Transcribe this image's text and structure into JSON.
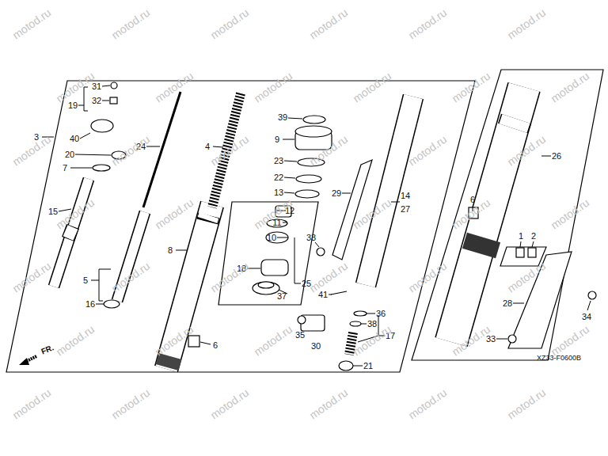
{
  "diagram": {
    "labels": [
      "31",
      "32",
      "19",
      "3",
      "40",
      "20",
      "7",
      "15",
      "24",
      "4",
      "39",
      "9",
      "23",
      "22",
      "13",
      "12",
      "11",
      "10",
      "33",
      "18",
      "25",
      "37",
      "8",
      "5",
      "16",
      "6",
      "29",
      "14",
      "27",
      "41",
      "36",
      "38",
      "17",
      "35",
      "30",
      "21",
      "26",
      "6",
      "1",
      "2",
      "28",
      "33",
      "34",
      "FR.",
      "XZ33-F0600B",
      "motod.ru",
      "motod.ru",
      "motod.ru",
      "motod.ru",
      "motod.ru",
      "motod.ru",
      "motod.ru",
      "motod.ru",
      "motod.ru",
      "motod.ru",
      "motod.ru",
      "motod.ru",
      "motod.ru",
      "motod.ru",
      "motod.ru",
      "motod.ru",
      "motod.ru",
      "motod.ru",
      "motod.ru",
      "motod.ru",
      "motod.ru",
      "motod.ru",
      "motod.ru",
      "motod.ru",
      "motod.ru",
      "motod.ru",
      "motod.ru",
      "motod.ru",
      "motod.ru",
      "motod.ru",
      "motod.ru",
      "motod.ru",
      "motod.ru",
      "motod.ru",
      "motod.ru",
      "motod.ru",
      "motod.ru",
      "motod.ru",
      "motod.ru",
      "motod.ru",
      "motod.ru",
      "motod.ru"
    ]
  }
}
